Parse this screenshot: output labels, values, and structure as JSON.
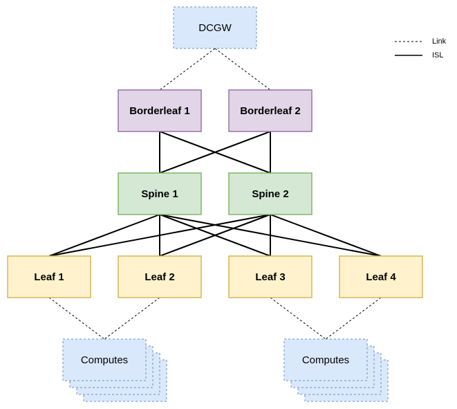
{
  "nodes": {
    "dcgw": "DCGW",
    "borderleaf1": "Borderleaf 1",
    "borderleaf2": "Borderleaf 2",
    "spine1": "Spine 1",
    "spine2": "Spine 2",
    "leaf1": "Leaf 1",
    "leaf2": "Leaf 2",
    "leaf3": "Leaf 3",
    "leaf4": "Leaf 4",
    "computes_left": "Computes",
    "computes_right": "Computes"
  },
  "legend": {
    "link": "Link",
    "isl": "ISL"
  },
  "colors": {
    "dcgw_fill": "#dae8fc",
    "dcgw_stroke": "#6c8ebf",
    "border_fill": "#e1d5e7",
    "border_stroke": "#9673a6",
    "spine_fill": "#d5e8d4",
    "spine_stroke": "#82b366",
    "leaf_fill": "#fff2cc",
    "leaf_stroke": "#d6b656",
    "compute_fill": "#dae8fc",
    "compute_stroke": "#6c8ebf"
  }
}
